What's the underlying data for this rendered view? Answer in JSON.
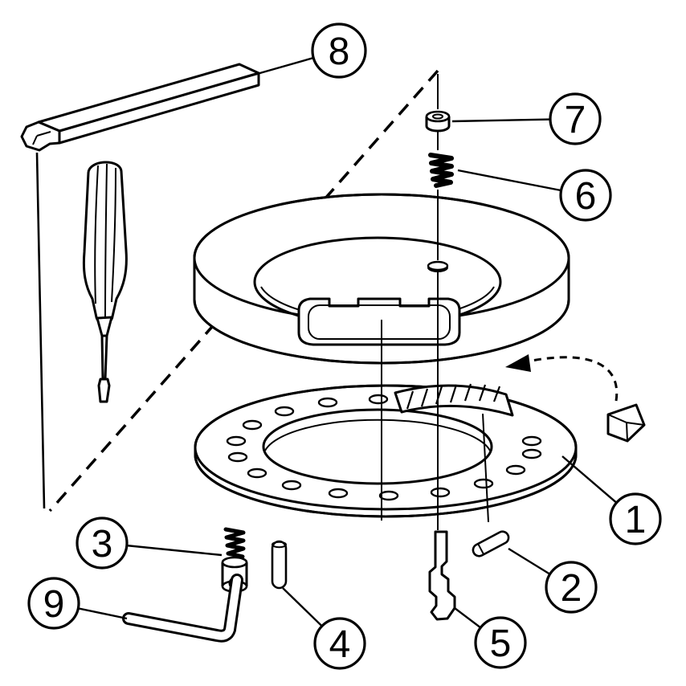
{
  "diagram": {
    "colors": {
      "background": "#ffffff",
      "line": "#000000"
    },
    "callouts": [
      {
        "label": "1"
      },
      {
        "label": "2"
      },
      {
        "label": "3"
      },
      {
        "label": "4"
      },
      {
        "label": "5"
      },
      {
        "label": "6"
      },
      {
        "label": "7"
      },
      {
        "label": "8"
      },
      {
        "label": "9"
      }
    ]
  }
}
